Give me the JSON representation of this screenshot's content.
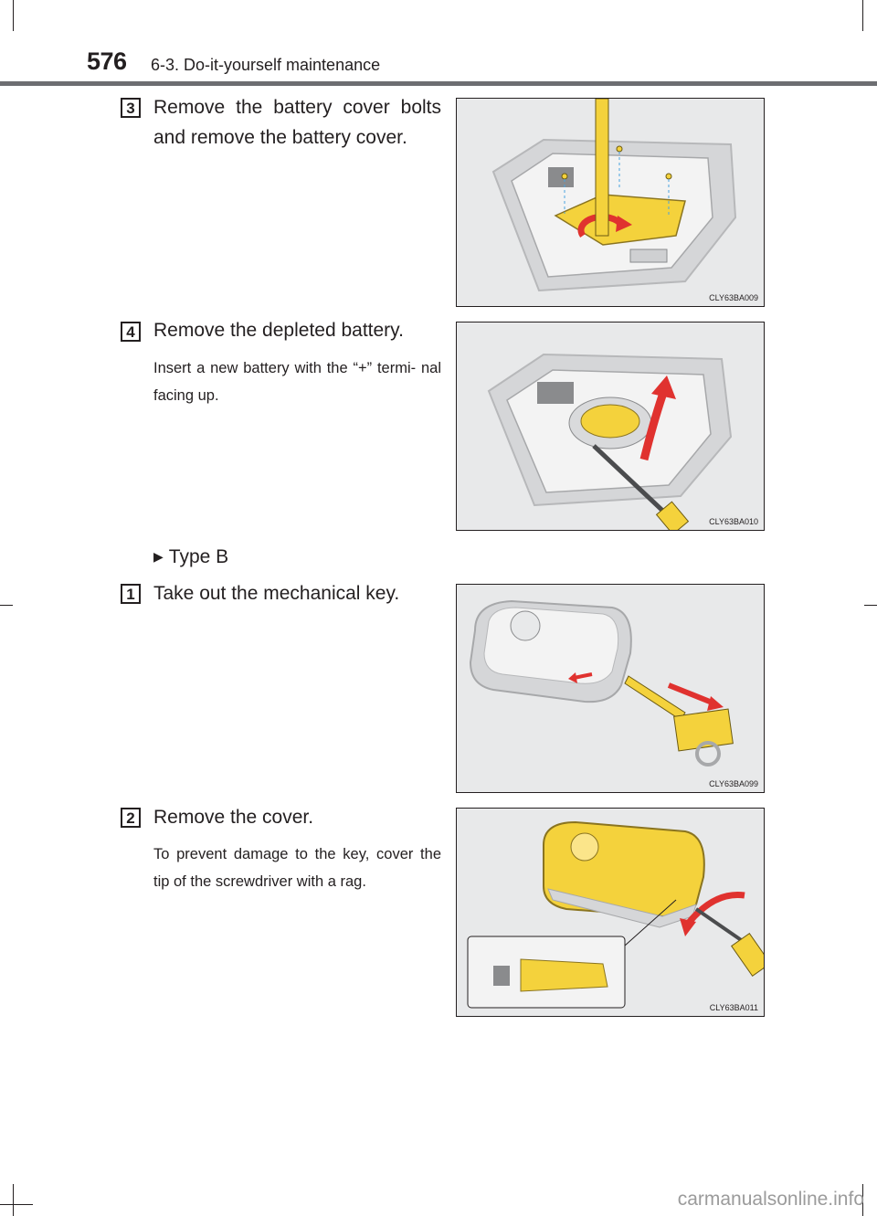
{
  "header": {
    "page_number": "576",
    "section_title": "6-3. Do-it-yourself maintenance"
  },
  "steps": [
    {
      "number": "3",
      "text": "Remove the battery cover bolts and remove the battery cover.",
      "note": "",
      "figure_code": "CLY63BA009"
    },
    {
      "number": "4",
      "text": "Remove the depleted battery.",
      "note": "Insert a new battery with the “+” termi- nal facing up.",
      "figure_code": "CLY63BA010"
    },
    {
      "number": "1",
      "text": "Take out the mechanical key.",
      "note": "",
      "figure_code": "CLY63BA099"
    },
    {
      "number": "2",
      "text": "Remove the cover.",
      "note": "To prevent damage to the key, cover the tip of the screwdriver with a rag.",
      "figure_code": "CLY63BA011"
    }
  ],
  "type_b": {
    "arrow": "▶",
    "label": "Type B"
  },
  "watermark": "carmanualsonline.info",
  "colors": {
    "accent_red": "#e0322f",
    "highlight_yellow": "#f4d23c",
    "header_rule": "#6d6e71"
  }
}
